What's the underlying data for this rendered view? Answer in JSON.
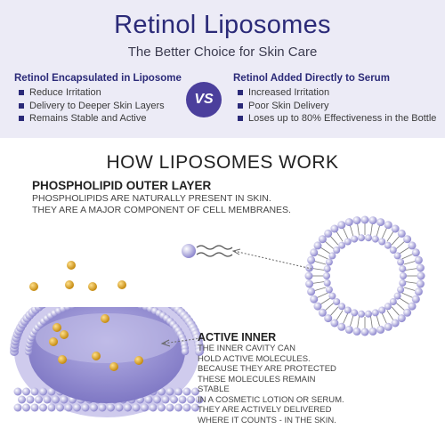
{
  "header": {
    "title": "Retinol Liposomes",
    "subtitle": "The Better Choice for Skin Care"
  },
  "comparison": {
    "left": {
      "heading": "Retinol Encapsulated in Liposome",
      "items": [
        "Reduce Irritation",
        "Delivery to Deeper Skin Layers",
        "Remains Stable and Active"
      ]
    },
    "vs_label": "VS",
    "right": {
      "heading": "Retinol Added Directly to Serum",
      "items": [
        "Increased Irritation",
        "Poor Skin Delivery",
        "Loses up to 80% Effectiveness in the Bottle"
      ]
    }
  },
  "how": {
    "title": "HOW LIPOSOMES WORK",
    "outer_layer": {
      "heading": "PHOSPHOLIPID OUTER LAYER",
      "lines": [
        "PHOSPHOLIPIDS ARE NATURALLY PRESENT IN  SKIN.",
        "THEY ARE A MAJOR COMPONENT OF CELL MEMBRANES."
      ]
    },
    "active_inner": {
      "heading": "ACTIVE INNER",
      "lines": [
        "THE INNER CAVITY CAN",
        "HOLD ACTIVE MOLECULES.",
        "BECAUSE THEY ARE PROTECTED",
        "THESE MOLECULES REMAIN STABLE",
        "IN A COSMETIC LOTION OR SERUM.",
        "THEY ARE ACTIVELY DELIVERED",
        "WHERE IT COUNTS - IN THE SKIN."
      ]
    }
  },
  "colors": {
    "brand": "#2b2a78",
    "panel": "#ecebf6",
    "vs_badge": "#4b3f9c",
    "lipid": "#a9a4dc",
    "molecule": "#d6a21c"
  }
}
